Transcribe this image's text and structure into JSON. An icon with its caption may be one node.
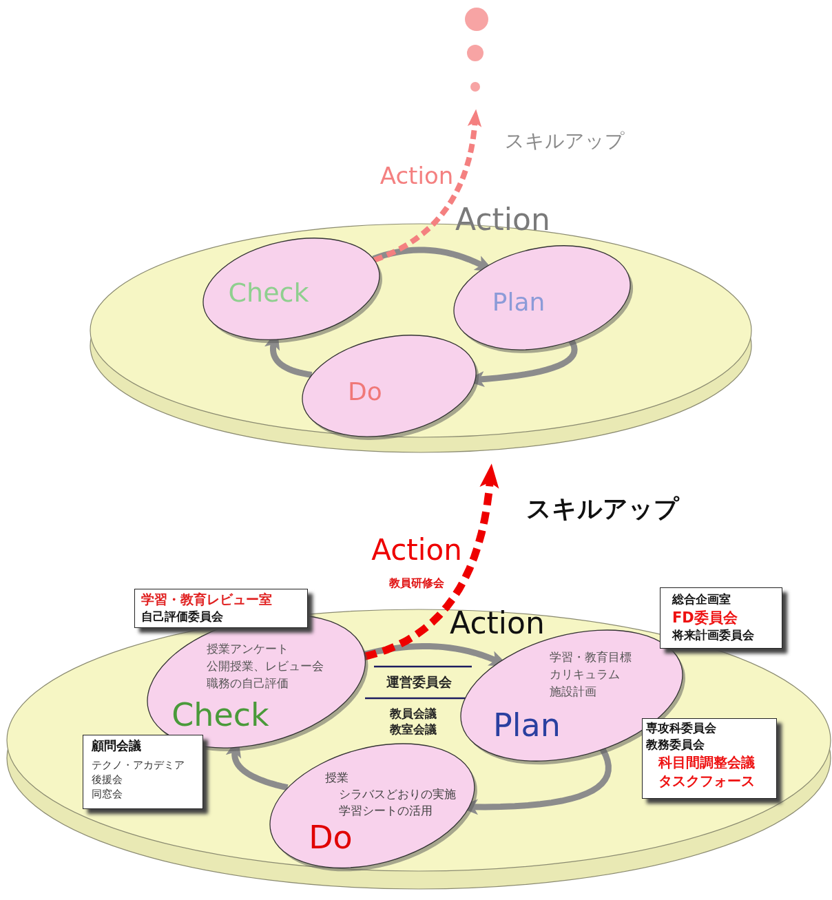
{
  "diagram": {
    "nodes": [
      {
        "text": [
          "Check"
        ]
      },
      {
        "text": [
          "Plan"
        ]
      },
      {
        "text": [
          "Do"
        ]
      },
      {
        "text": [
          "授業アンケート",
          "公開授業、レビュー会",
          "職務の自己評価",
          "Check"
        ]
      },
      {
        "text": [
          "学習・教育目標",
          "カリキュラム",
          "施設計画",
          "Plan"
        ]
      },
      {
        "text": [
          "授業",
          "シラバスどおりの実施",
          "学習シートの活用",
          "Do"
        ]
      },
      {
        "text": [
          "学習・教育レビュー室",
          "自己評価委員会"
        ]
      },
      {
        "text": [
          "総合企画室",
          "FD委員会",
          "将来計画委員会"
        ]
      },
      {
        "text": [
          "専攻科委員会",
          "教務委員会",
          "科目間調整会議",
          "タスクフォース"
        ]
      },
      {
        "text": [
          "顧問会議",
          "テクノ・アカデミア",
          "後援会",
          "同窓会"
        ]
      }
    ],
    "edges": [
      {
        "from": 0,
        "to": 1,
        "arrow": "to"
      },
      {
        "from": 1,
        "to": 2,
        "arrow": "to"
      },
      {
        "from": 2,
        "to": 0,
        "arrow": "to"
      },
      {
        "from": 0,
        "to": null,
        "arrow": "to",
        "label": "Action",
        "style": "dashed",
        "color": "#f48080"
      },
      {
        "from": 3,
        "to": 4,
        "arrow": "to"
      },
      {
        "from": 4,
        "to": 5,
        "arrow": "to"
      },
      {
        "from": 5,
        "to": 3,
        "arrow": "to"
      },
      {
        "from": 3,
        "to": null,
        "arrow": "to",
        "label": "Action",
        "style": "dashed",
        "color": "#ee0000"
      }
    ],
    "labels": [
      "スキルアップ",
      "Action",
      "スキルアップ",
      "教員研修会",
      "Action",
      "運営委員会",
      "教員会議",
      "教室会議"
    ]
  }
}
